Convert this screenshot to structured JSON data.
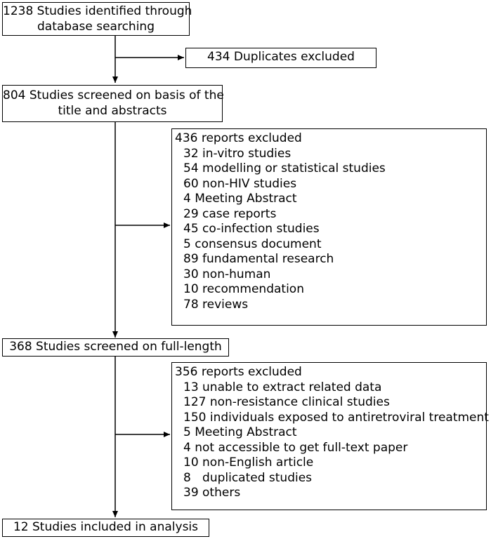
{
  "flowchart": {
    "identified": {
      "lines": [
        "1238 Studies identified through",
        "database searching"
      ]
    },
    "duplicates": {
      "text": "434 Duplicates excluded"
    },
    "screened_title": {
      "lines": [
        "804 Studies screened on basis of the",
        "title and abstracts"
      ]
    },
    "excluded_1": {
      "heading": "436 reports excluded",
      "items": [
        "32 in-vitro studies",
        "54 modelling or statistical studies",
        "60 non-HIV studies",
        "4 Meeting Abstract",
        "29 case reports",
        "45 co-infection studies",
        "5 consensus document",
        "89 fundamental research",
        "30 non-human",
        "10 recommendation",
        "78 reviews"
      ]
    },
    "screened_full": {
      "text": "368 Studies screened on full-length"
    },
    "excluded_2": {
      "heading": "356 reports excluded",
      "items": [
        "13 unable to extract related data",
        "127 non-resistance clinical studies",
        "150 individuals exposed to antiretroviral treatment",
        "5 Meeting Abstract",
        "4 not accessible to get full-text paper",
        "10 non-English article",
        "8   duplicated studies",
        "39 others"
      ]
    },
    "included": {
      "text": "12 Studies included in analysis"
    }
  }
}
